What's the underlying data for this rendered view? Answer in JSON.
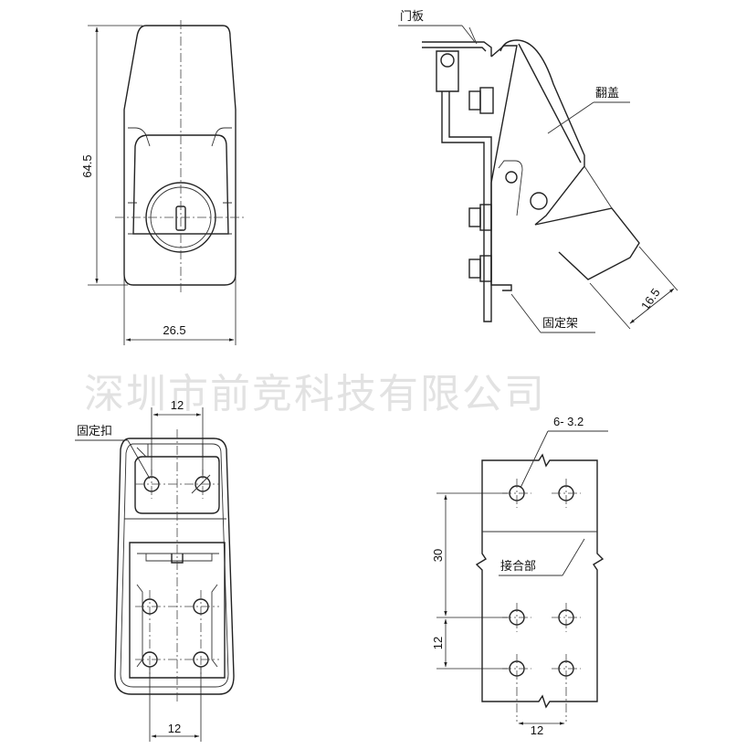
{
  "watermark": "深圳市前竞科技有限公司",
  "views": {
    "front": {
      "dim_height": "64.5",
      "dim_width": "26.5"
    },
    "side": {
      "label_door": "门板",
      "label_flip_cover": "翻盖",
      "label_bracket": "固定架",
      "dim_depth": "16.5"
    },
    "back": {
      "label_clip": "固定扣",
      "dim_top": "12",
      "dim_bottom": "12"
    },
    "plate": {
      "label_holes": "6- 3.2",
      "label_joint": "接合部",
      "dim_30": "30",
      "dim_12_vertical": "12",
      "dim_12_bottom": "12"
    }
  }
}
